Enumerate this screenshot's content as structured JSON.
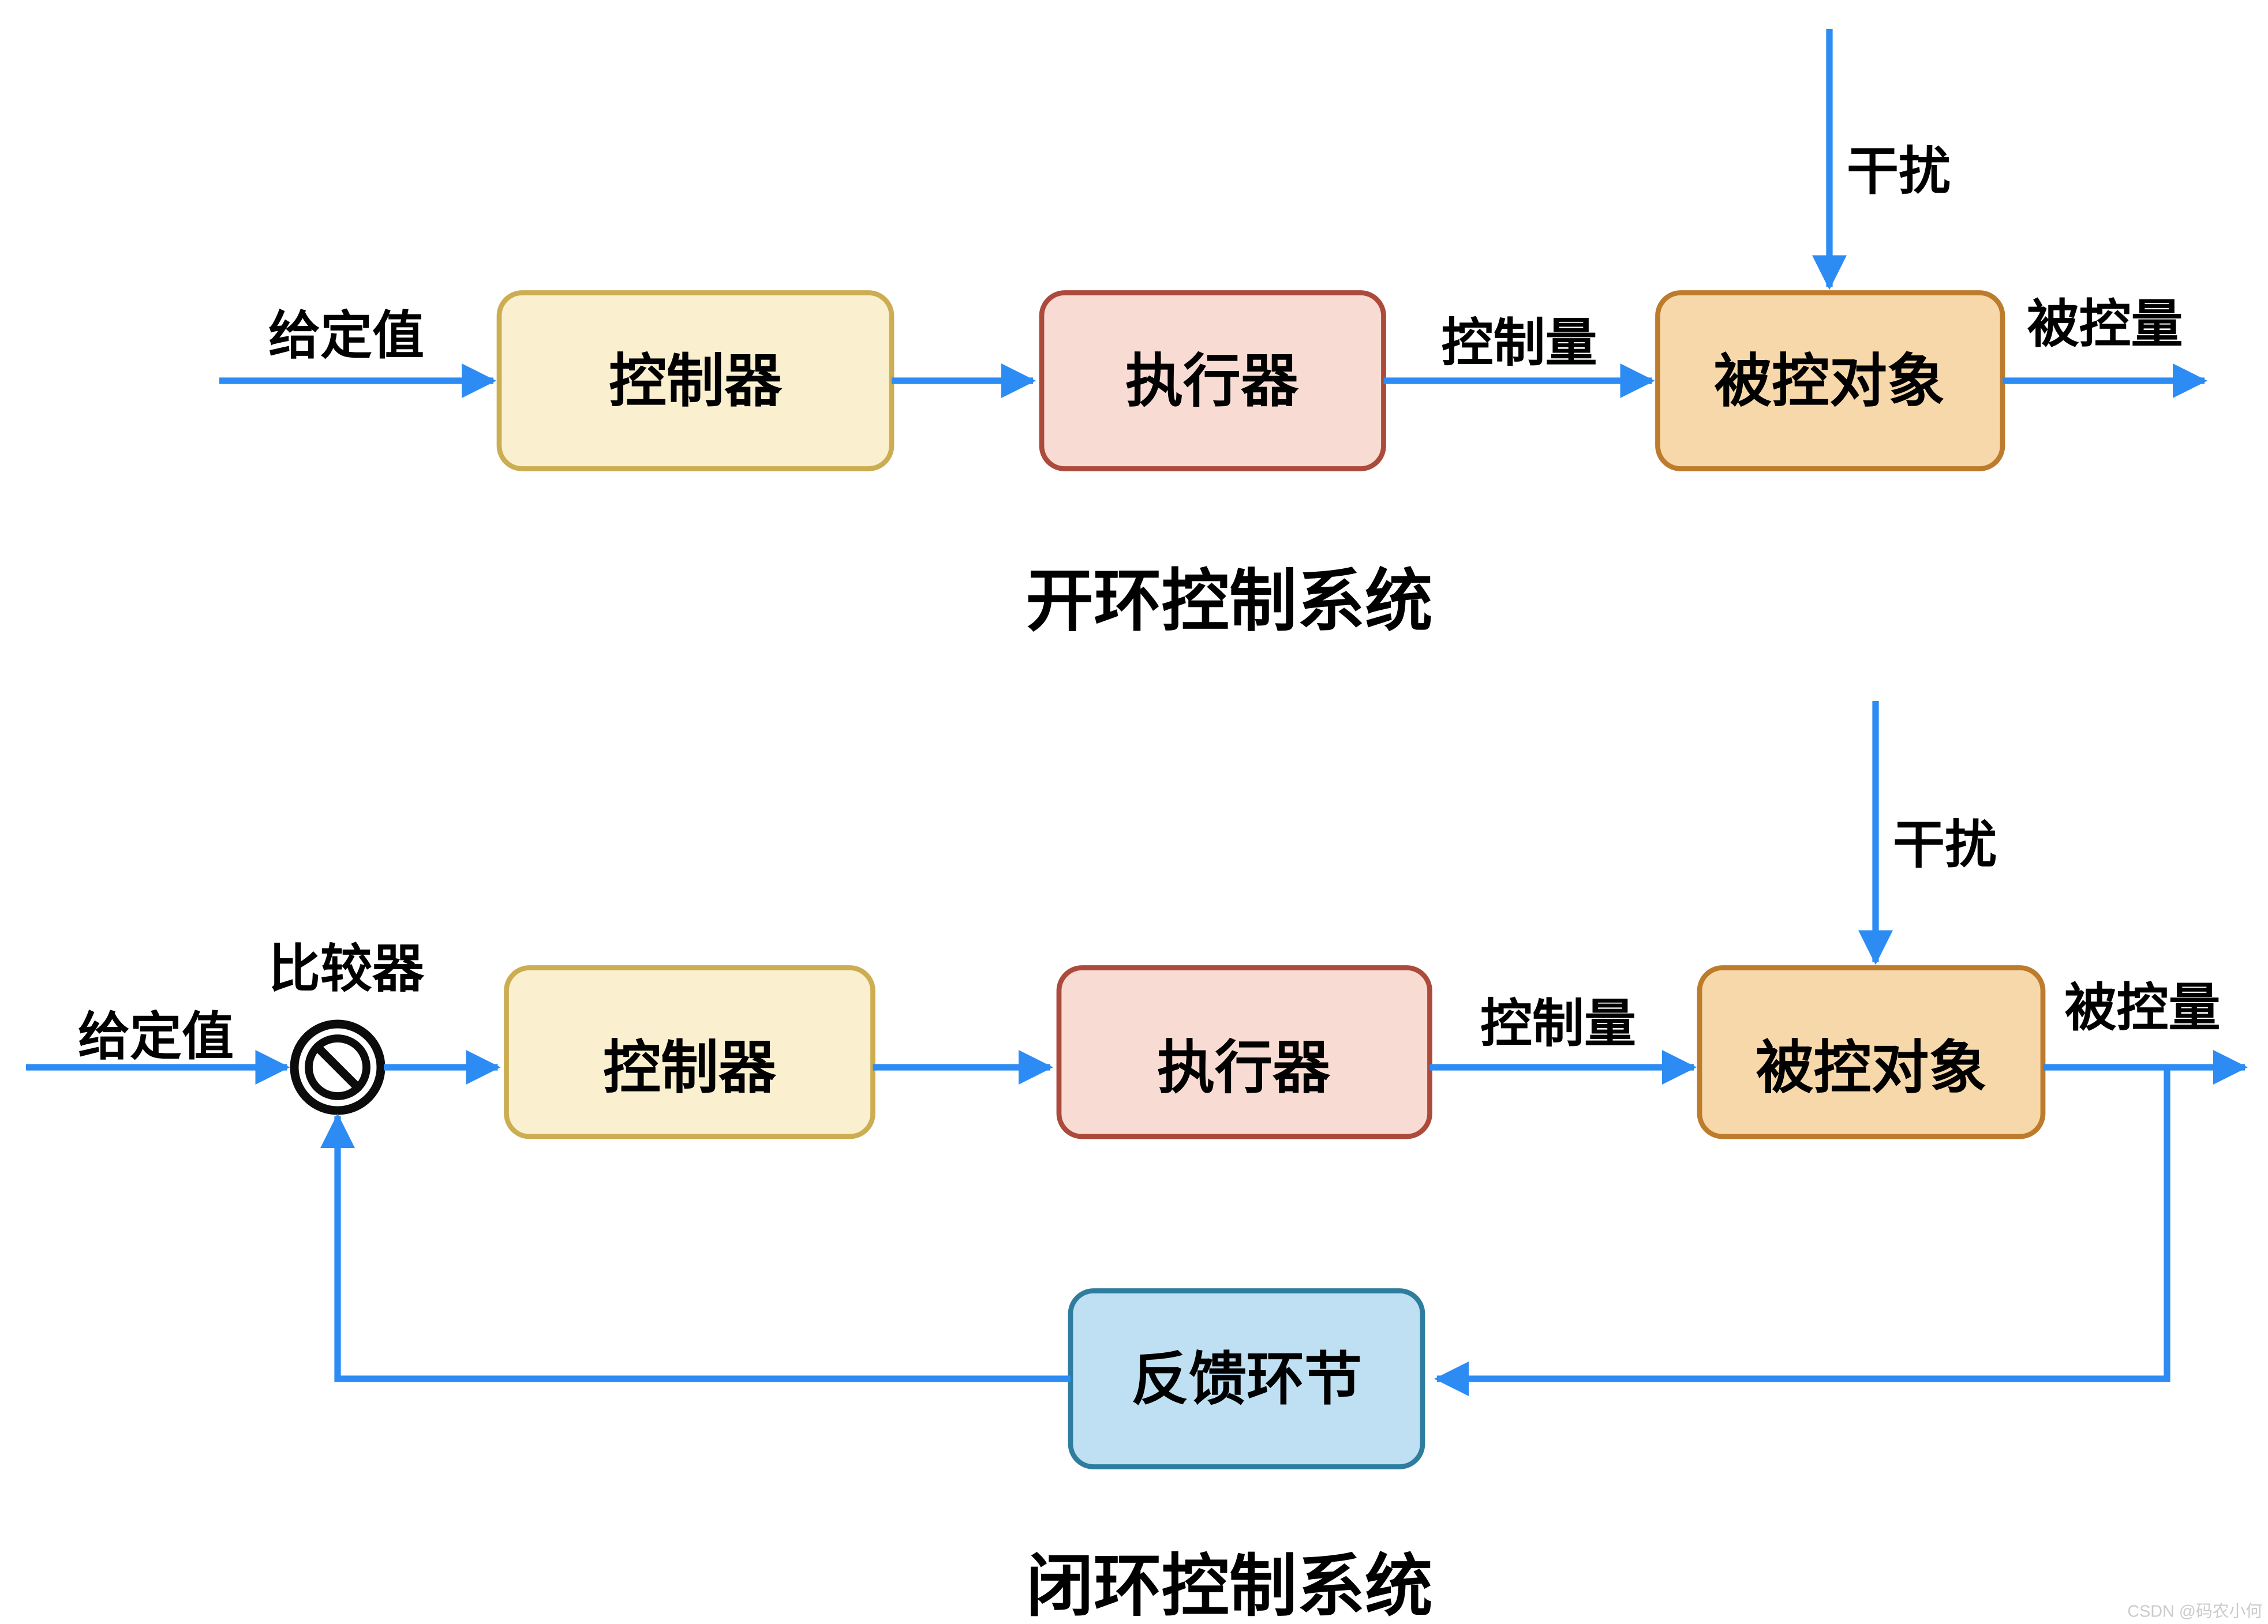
{
  "colors": {
    "background": "#FFFFFF",
    "arrow": "#2D8CF4",
    "controller_fill": "#FAF0D0",
    "controller_stroke": "#CDAD52",
    "actuator_fill": "#F8DCD4",
    "actuator_stroke": "#AC4A3C",
    "plant_fill": "#F7D8AA",
    "plant_stroke": "#BD7B2C",
    "feedback_fill": "#BFE0F2",
    "feedback_stroke": "#2E7D9E",
    "comparator": "#0C0C0C",
    "label_text": "#000000",
    "watermark_text": "#CBCBCB"
  },
  "open_loop": {
    "title": "开环控制系统",
    "setpoint_label": "给定值",
    "controller_label": "控制器",
    "actuator_label": "执行器",
    "control_quantity_label": "控制量",
    "plant_label": "被控对象",
    "controlled_quantity_label": "被控量",
    "disturbance_label": "干扰"
  },
  "closed_loop": {
    "title": "闭环控制系统",
    "setpoint_label": "给定值",
    "comparator_label": "比较器",
    "controller_label": "控制器",
    "actuator_label": "执行器",
    "control_quantity_label": "控制量",
    "plant_label": "被控对象",
    "controlled_quantity_label": "被控量",
    "disturbance_label": "干扰",
    "feedback_label": "反馈环节"
  },
  "watermark": "CSDN @码农小何"
}
